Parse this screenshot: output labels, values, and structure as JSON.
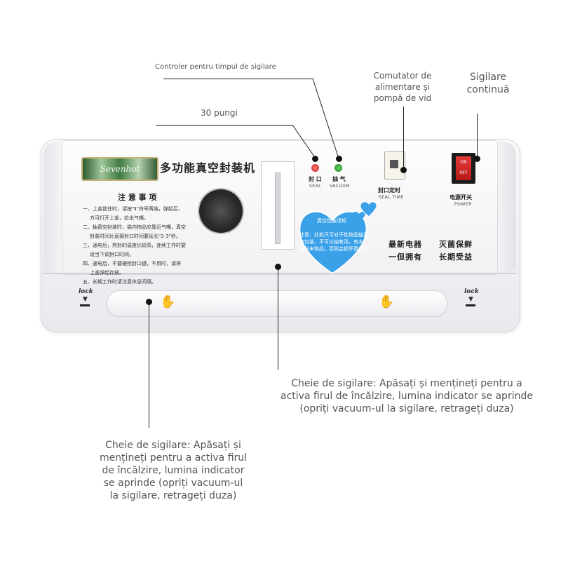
{
  "callouts": {
    "timer_controller": "Controler pentru timpul de sigilare",
    "bags": "30 pungi",
    "power_switch_line1": "Comutator de",
    "power_switch_line2": "alimentare și",
    "power_switch_line3": "pompă de vid",
    "continuous_line1": "Sigilare",
    "continuous_line2": "continuă",
    "seal_key_center_line1": "Cheie de sigilare: Apăsați și mențineți pentru a",
    "seal_key_center_line2": "activa firul de încălzire, lumina indicator se aprinde",
    "seal_key_center_line3": "(opriți vacuum-ul la sigilare, retrageți duza)",
    "seal_key_left_line1": "Cheie de sigilare: Apăsați și",
    "seal_key_left_line2": "mențineți pentru a activa firul",
    "seal_key_left_line3": "de încălzire, lumina indicator",
    "seal_key_left_line4": "se aprinde (opriți vacuum-ul",
    "seal_key_left_line5": "la sigilare, retrageți duza)"
  },
  "device": {
    "logo": "Sevenhot",
    "model_title": "多功能真空封装机",
    "notes_title": "注 意 事 项",
    "notes": [
      "一、上盖锁住时，请按\"Ⅱ\"符号两端，弹起后，",
      "方可打开上盖，拉出气嘴。",
      "二、抽真空封装时，袋内物品应靠近气嘴，真空",
      "封装时间比直接封口时间要延长\"2-3\"秒。",
      "三、通电后，热封的温度比较高，连续工作时要",
      "适当下调封口时间。",
      "四、通电后，不要硬挖封口键，不用时，请将",
      "上盖弹起存放。",
      "五、长期工作时请注意休息间隔。"
    ],
    "seal_cn": "封 口",
    "seal_en": "SEAL",
    "vacuum_cn": "抽 气",
    "vacuum_en": "VACUUM",
    "seal_time_cn": "封口定时",
    "seal_time_en": "SEAL  TIME",
    "power_cn": "电源开关",
    "power_en": "POWER",
    "switch_on": "ON",
    "switch_off": "OFF",
    "heart_title": "真空包装须知",
    "heart_text": "注意：此机只可对干性物品抽真空包装，不可以抽有汤，有水，有粉末物品，否则会损坏真空泵",
    "slogan_1a": "最新电器",
    "slogan_1b": "灭菌保鲜",
    "slogan_2a": "一但拥有",
    "slogan_2b": "长期受益",
    "lock": "lock",
    "colors": {
      "body": "#ececf0",
      "led_seal": "#c41e1e",
      "led_vacuum": "#137a13",
      "heart": "#3aa0e8",
      "switch": "#d42a2a"
    }
  }
}
